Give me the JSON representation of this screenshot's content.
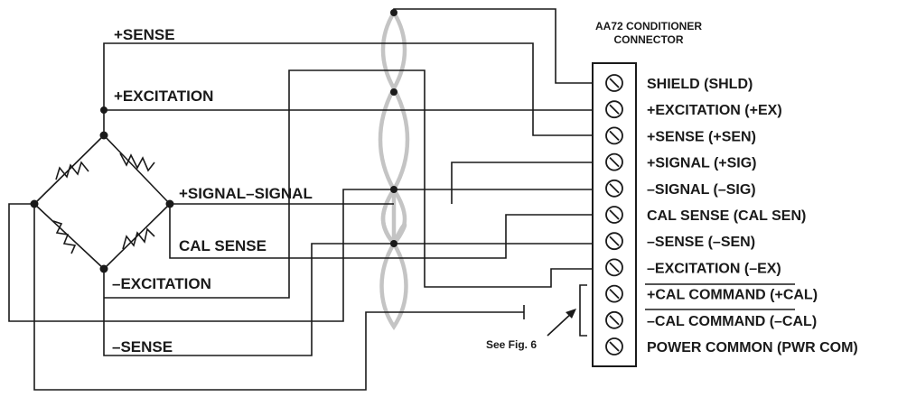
{
  "header": {
    "line1": "AA72 CONDITIONER",
    "line2": "CONNECTOR"
  },
  "wire_labels": {
    "plus_sense": "+SENSE",
    "plus_excitation": "+EXCITATION",
    "plus_signal_minus_signal": "+SIGNAL–SIGNAL",
    "cal_sense": "CAL SENSE",
    "minus_excitation": "–EXCITATION",
    "minus_sense": "–SENSE"
  },
  "terminals": [
    "SHIELD (SHLD)",
    "+EXCITATION (+EX)",
    "+SENSE (+SEN)",
    "+SIGNAL (+SIG)",
    "–SIGNAL (–SIG)",
    "CAL SENSE (CAL SEN)",
    "–SENSE (–SEN)",
    "–EXCITATION (–EX)",
    "+CAL COMMAND (+CAL)",
    "–CAL COMMAND (–CAL)",
    "POWER COMMON (PWR COM)"
  ],
  "note": "See Fig. 6",
  "icons": {
    "terminal_screw": "screw-terminal-icon",
    "resistor": "resistor-icon",
    "arrow": "pointer-arrow-icon"
  },
  "colors": {
    "wire": "#1a1a1a",
    "shield": "#c4c4c4",
    "background": "#ffffff"
  }
}
